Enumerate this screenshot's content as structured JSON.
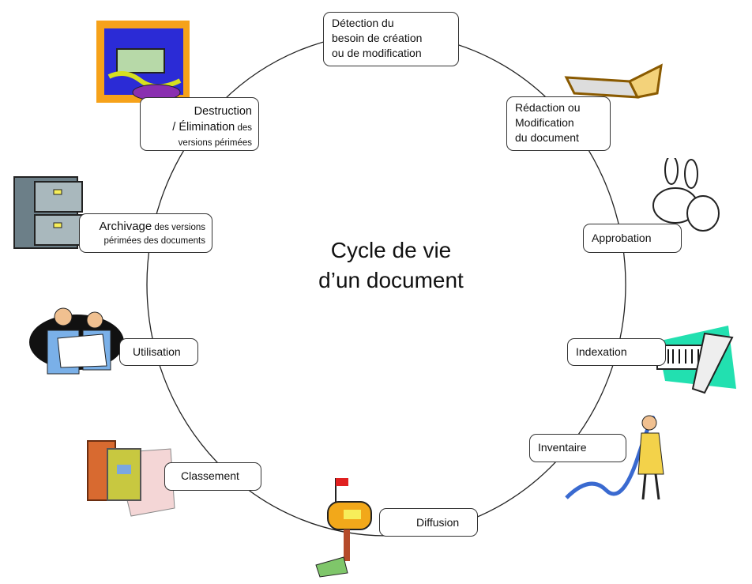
{
  "title": {
    "line1": "Cycle de vie",
    "line2": "d’un document"
  },
  "steps": {
    "detection": {
      "l1": "Détection du",
      "l2": "besoin de création",
      "l3": "ou de modification"
    },
    "redaction": {
      "l1": "Rédaction ou",
      "l2": "Modification",
      "l3": "du document"
    },
    "approbation": {
      "l1": "Approbation"
    },
    "indexation": {
      "l1": "Indexation"
    },
    "inventaire": {
      "l1": "Inventaire"
    },
    "diffusion": {
      "l1": "Diffusion"
    },
    "classement": {
      "l1": "Classement"
    },
    "utilisation": {
      "l1": "Utilisation"
    },
    "archivage": {
      "big": "Archivage",
      "small1": " des versions",
      "small2": "périmées des documents"
    },
    "destruction": {
      "l1": "Destruction",
      "big2": "/ Élimination",
      "small1": " des",
      "small2": "versions périmées"
    }
  }
}
